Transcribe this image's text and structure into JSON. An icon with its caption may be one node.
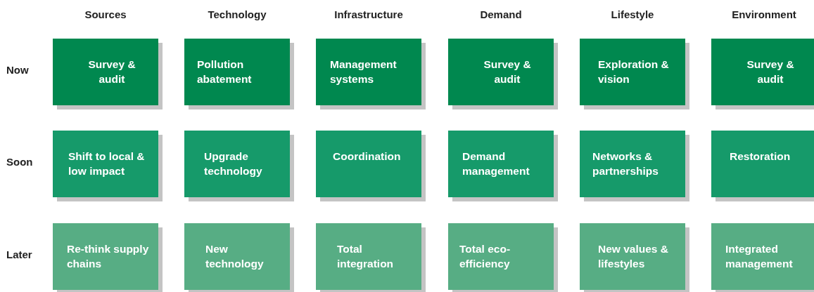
{
  "diagram": {
    "nodes": [
      {
        "text": [
          "Survey & audit"
        ]
      },
      {
        "text": [
          "Pollution abatement"
        ]
      },
      {
        "text": [
          "Management systems"
        ]
      },
      {
        "text": [
          "Survey & audit"
        ]
      },
      {
        "text": [
          "Exploration & vision"
        ]
      },
      {
        "text": [
          "Survey & audit"
        ]
      },
      {
        "text": [
          "Shift to local & low impact"
        ]
      },
      {
        "text": [
          "Upgrade technology"
        ]
      },
      {
        "text": [
          "Coordination"
        ]
      },
      {
        "text": [
          "Demand management"
        ]
      },
      {
        "text": [
          "Networks & partnerships"
        ]
      },
      {
        "text": [
          "Restoration"
        ]
      },
      {
        "text": [
          "Re-think supply chains"
        ]
      },
      {
        "text": [
          "New technology"
        ]
      },
      {
        "text": [
          "Total integration"
        ]
      },
      {
        "text": [
          "Total eco-efficiency"
        ]
      },
      {
        "text": [
          "New values & lifestyles"
        ]
      },
      {
        "text": [
          "Integrated management"
        ]
      }
    ],
    "labels": [
      "Sources",
      "Technology",
      "Infrastructure",
      "Demand",
      "Lifestyle",
      "Environment",
      "Now",
      "Soon",
      "Later"
    ]
  }
}
